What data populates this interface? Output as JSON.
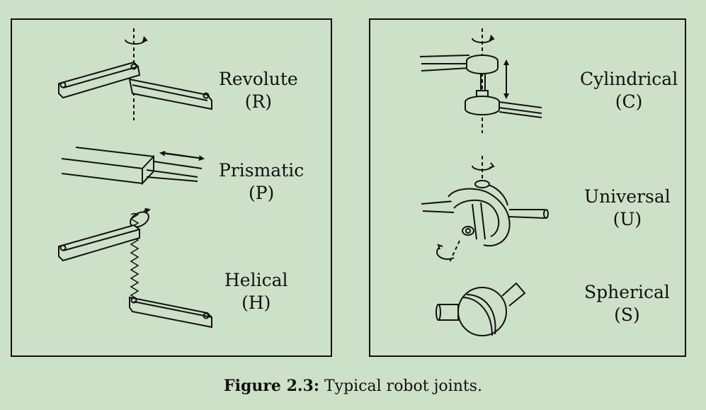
{
  "figure": {
    "caption_label": "Figure 2.3:",
    "caption_text": "Typical robot joints."
  },
  "joints": {
    "revolute": {
      "name": "Revolute",
      "abbr": "(R)"
    },
    "prismatic": {
      "name": "Prismatic",
      "abbr": "(P)"
    },
    "helical": {
      "name": "Helical",
      "abbr": "(H)"
    },
    "cylindrical": {
      "name": "Cylindrical",
      "abbr": "(C)"
    },
    "universal": {
      "name": "Universal",
      "abbr": "(U)"
    },
    "spherical": {
      "name": "Spherical",
      "abbr": "(S)"
    }
  },
  "colors": {
    "background": "#cde0c8",
    "line": "#111111"
  }
}
